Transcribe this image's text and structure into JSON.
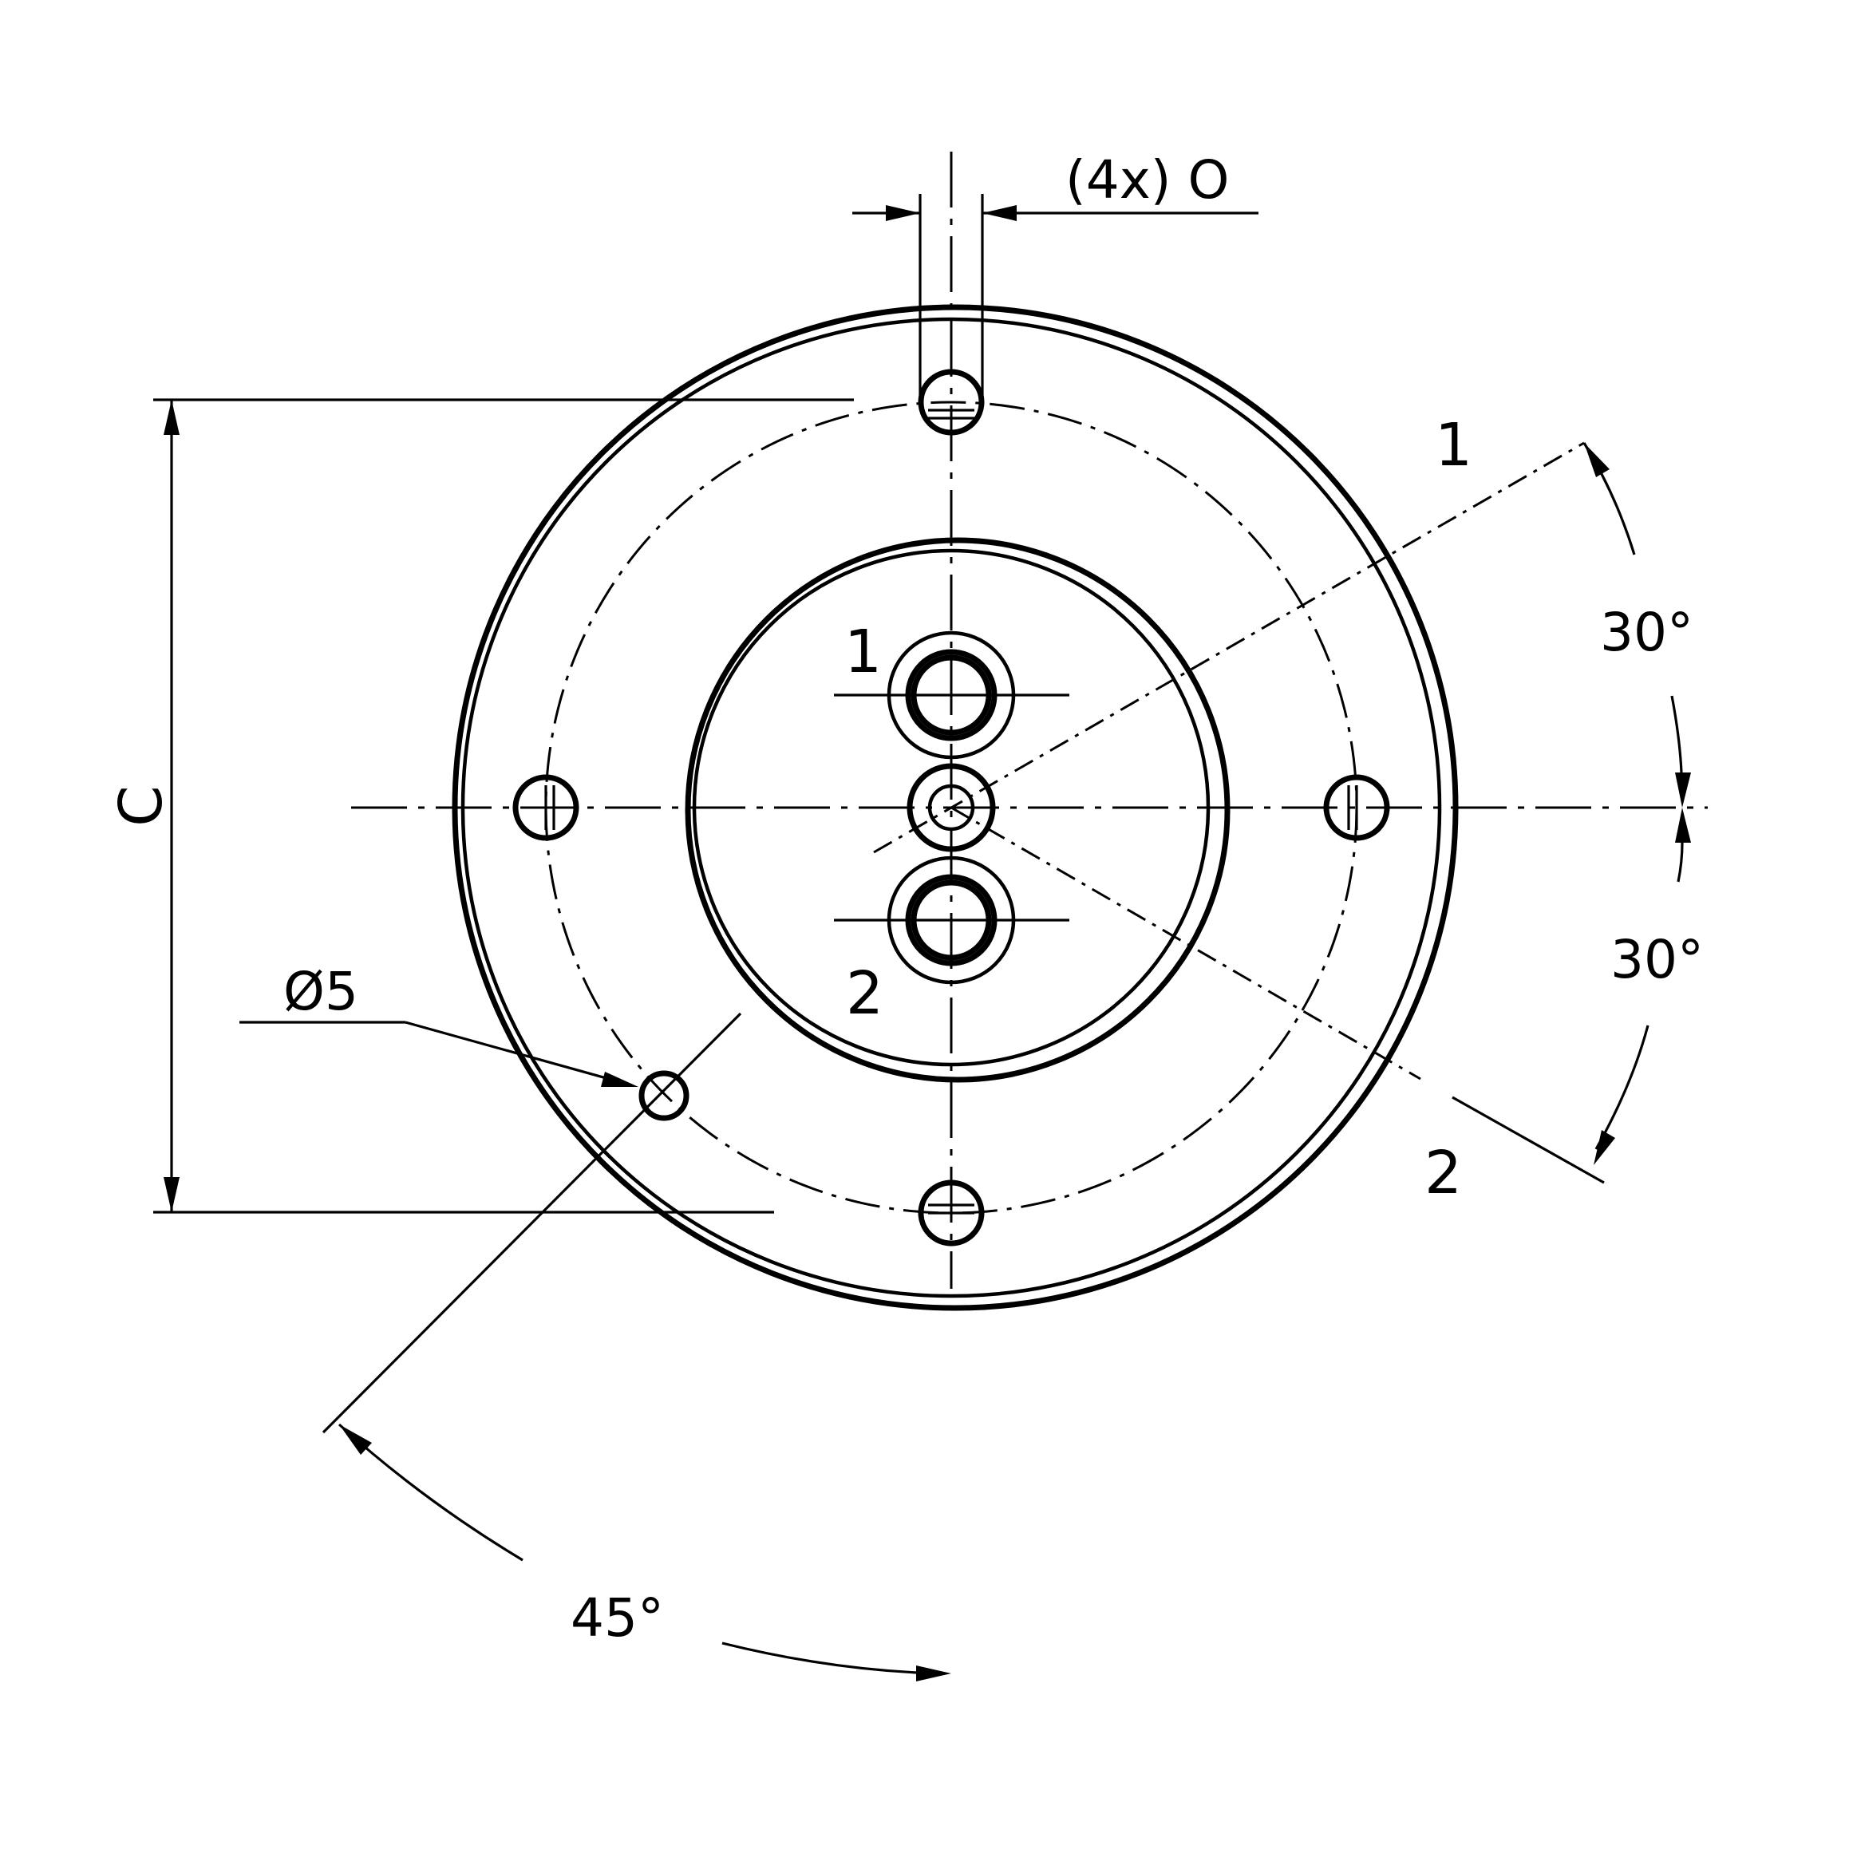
{
  "dimensions": {
    "slot_width": "(4x) O",
    "pitch_diameter": "C",
    "hole_diameter": "Ø5",
    "angle_upper": "30°",
    "angle_lower": "30°",
    "angle_bottom": "45°"
  },
  "port_labels": {
    "inner_port_1": "1",
    "inner_port_2": "2",
    "ray_1": "1",
    "ray_2": "2"
  }
}
